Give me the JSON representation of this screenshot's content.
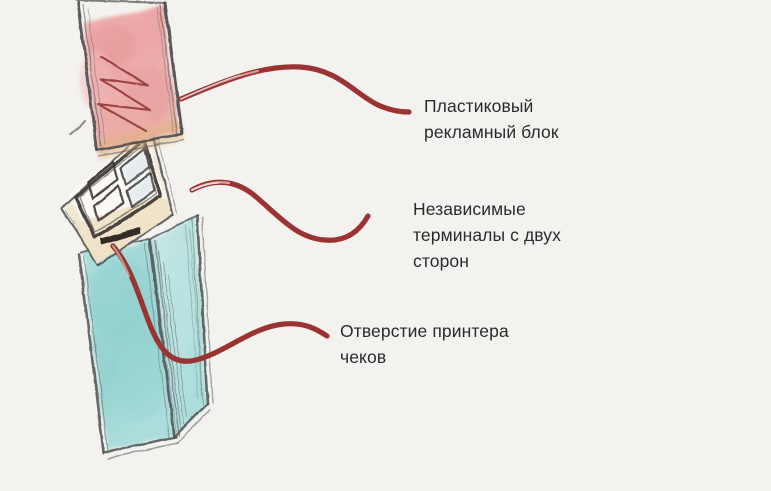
{
  "illustration": {
    "subject": "kiosk-terminal-sketch",
    "style": "hand-drawn pencil and watercolor",
    "background_color": "#f4f3ef",
    "parts": {
      "ad_panel": {
        "name": "Plastic advertising panel",
        "fill_color": "#eda8a8",
        "frame_color": "#5a5a58",
        "accent_color": "#8e3030",
        "scribble": "zigzag"
      },
      "terminal_screen": {
        "name": "Terminal screen",
        "fill_color": "#f7f5f0",
        "frame_color": "#3a3633",
        "cells": 4,
        "bezel_color": "#f0e3c8"
      },
      "printer_slot": {
        "name": "Receipt printer slot",
        "color": "#26221f"
      },
      "body": {
        "name": "Kiosk body",
        "fill_color": "#9fd8d8",
        "fill_color_light": "#c3e7e5",
        "edge_color": "#56595a"
      }
    }
  },
  "callouts": [
    {
      "id": "callout-ad-panel",
      "label": "Пластиковый\nрекламный блок",
      "curve_color": "#9b3333",
      "points_to": "ad_panel"
    },
    {
      "id": "callout-terminals",
      "label": "Независимые\nтерминалы с двух\nсторон",
      "curve_color": "#9b3333",
      "points_to": "terminal_screen"
    },
    {
      "id": "callout-printer",
      "label": "Отверстие принтера\nчеков",
      "curve_color": "#9b3333",
      "points_to": "printer_slot"
    }
  ],
  "palette": {
    "background": "#f4f3ef",
    "text": "#2b2b2b",
    "connector": "#9b3333",
    "pink": "#eda8a8",
    "cyan": "#9fd8d8",
    "cream": "#f0e3c8",
    "pencil": "#56595a"
  }
}
